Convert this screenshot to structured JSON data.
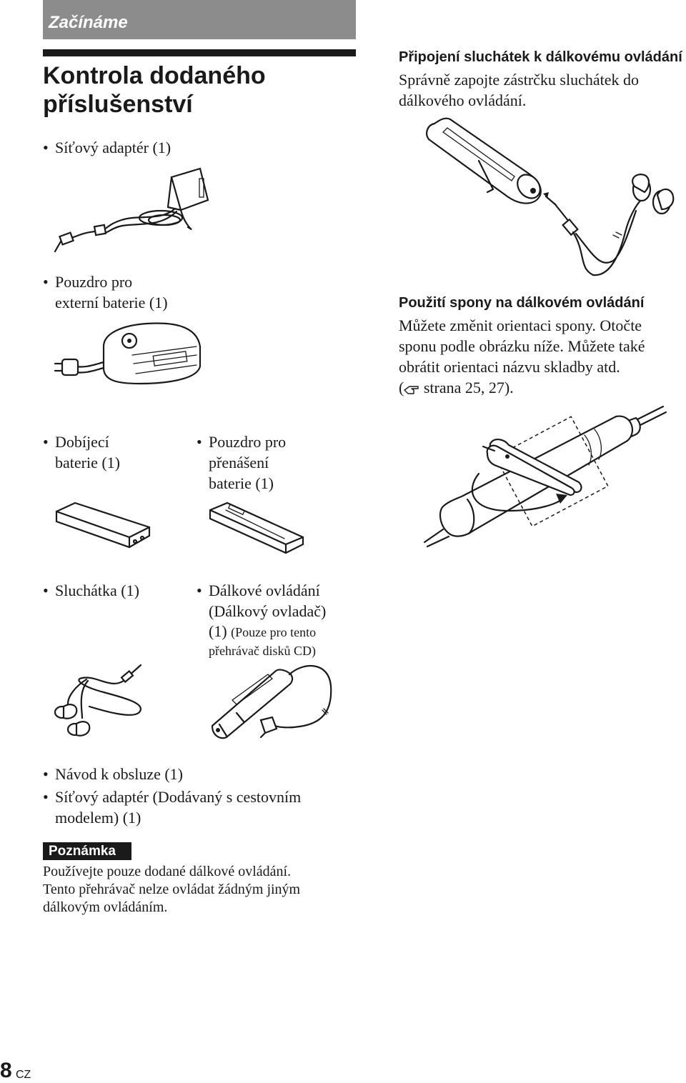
{
  "section_tab": "Začínáme",
  "page_title": [
    "Kontrola dodaného",
    "příslušenství"
  ],
  "items": {
    "adapter": [
      "Síťový adaptér (1)"
    ],
    "battery_case": [
      "Pouzdro pro",
      "externí baterie (1)"
    ],
    "rechargeable": [
      "Dobíjecí",
      "baterie (1)"
    ],
    "carry_case": [
      "Pouzdro pro",
      "přenášení",
      "baterie (1)"
    ],
    "headphones": [
      "Sluchátka (1)"
    ],
    "remote": [
      "Dálkové ovládání",
      "(Dálkový ovladač)",
      "(1)",
      "(Pouze pro tento",
      "přehrávač disků CD)"
    ],
    "manual": [
      "Návod k obsluze (1)"
    ],
    "travel_adapter": [
      "Síťový adaptér (Dodávaný s cestovním",
      "modelem) (1)"
    ]
  },
  "bullet": "•",
  "right": {
    "connect_heading": "Připojení sluchátek k dálkovému ovládání",
    "connect_text": [
      "Správně zapojte zástrčku sluchátek do",
      "dálkového ovládání."
    ],
    "clip_heading": "Použití spony na dálkovém ovládání",
    "clip_text": [
      "Můžete změnit orientaci spony. Otočte",
      "sponu podle obrázku níže. Můžete také",
      "obrátit orientaci názvu skladby atd."
    ],
    "clip_ref": "strana 25, 27).",
    "clip_ref_open": "("
  },
  "note": {
    "badge": "Poznámka",
    "text": [
      "Používejte pouze dodané dálkové ovládání.",
      "Tento přehrávač nelze ovládat žádným jiným",
      "dálkovým ovládáním."
    ]
  },
  "footer": {
    "page_number": "8",
    "language": "CZ"
  },
  "icons": [
    "ac-adapter-illustration",
    "battery-case-illustration",
    "battery-illustration",
    "carry-case-illustration",
    "headphones-illustration",
    "remote-illustration",
    "remote-headphone-connection-illustration",
    "clip-rotation-illustration",
    "pointing-hand-icon"
  ]
}
